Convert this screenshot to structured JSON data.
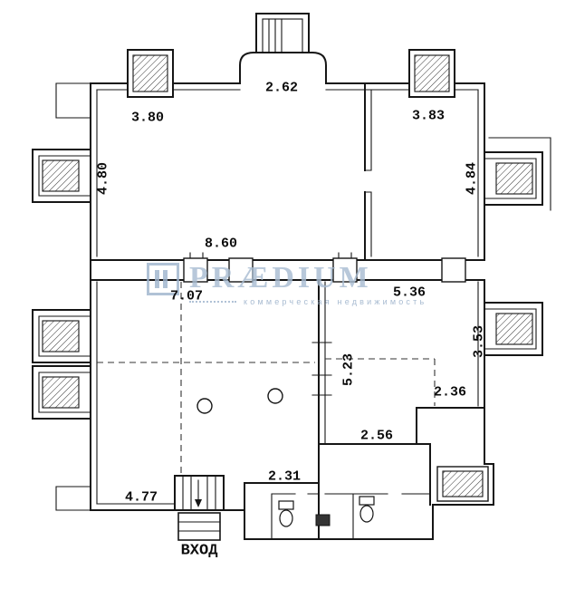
{
  "watermark": {
    "brand": "PRÆDIUM",
    "subtitle": "коммерческая недвижимость",
    "brand_color": "#a7bbd1"
  },
  "labels": [
    {
      "id": "top-bay-width",
      "text": "2.62"
    },
    {
      "id": "room-top-left-width",
      "text": "3.80"
    },
    {
      "id": "room-top-right-width",
      "text": "3.83"
    },
    {
      "id": "room-top-left-depth",
      "text": "4.80"
    },
    {
      "id": "room-top-right-depth",
      "text": "4.84"
    },
    {
      "id": "middle-span-width",
      "text": "8.60"
    },
    {
      "id": "room-bottom-left-width",
      "text": "7.07"
    },
    {
      "id": "room-bottom-right-width",
      "text": "5.36"
    },
    {
      "id": "room-bottom-right-depth",
      "text": "3.53"
    },
    {
      "id": "inner-wall-depth",
      "text": "5.23"
    },
    {
      "id": "step-width",
      "text": "2.36"
    },
    {
      "id": "bathroom-width",
      "text": "2.56"
    },
    {
      "id": "vestibule-width",
      "text": "2.31"
    },
    {
      "id": "room-bottom-left-span",
      "text": "4.77"
    },
    {
      "id": "entrance",
      "text": "ВХОД"
    }
  ]
}
